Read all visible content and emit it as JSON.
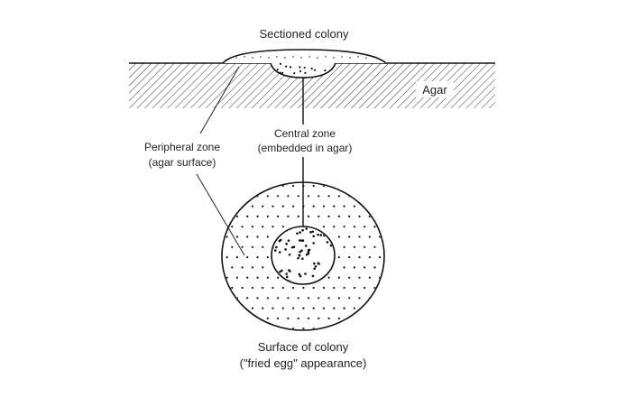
{
  "labels": {
    "title": "Sectioned colony",
    "agar": "Agar",
    "central_zone_1": "Central zone",
    "central_zone_2": "(embedded in agar)",
    "peripheral_zone_1": "Peripheral zone",
    "peripheral_zone_2": "(agar surface)",
    "surface_1": "Surface of colony",
    "surface_2": "(\"fried egg\" appearance)"
  },
  "colors": {
    "ink": "#1a1a1a",
    "background": "#ffffff"
  }
}
